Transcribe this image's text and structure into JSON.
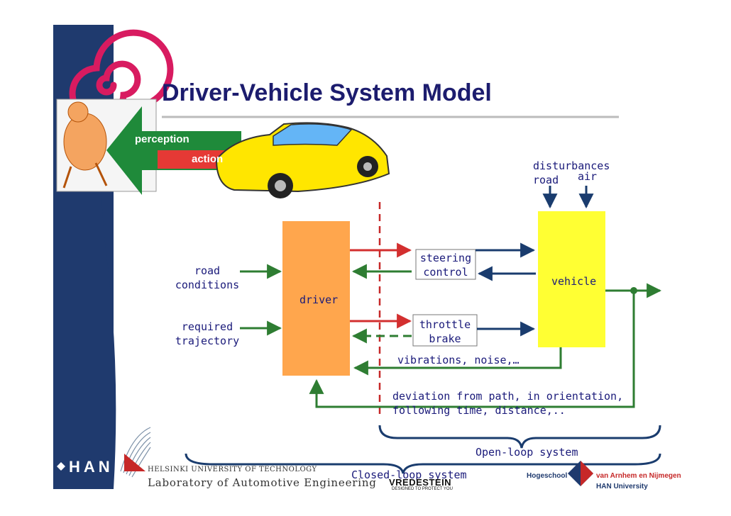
{
  "title": "Driver-Vehicle System Model",
  "illustration": {
    "perception_label": "perception",
    "action_label": "action"
  },
  "disturbances": {
    "label": "disturbances",
    "road": "road",
    "air": "air"
  },
  "blocks": {
    "driver": "driver",
    "vehicle": "vehicle",
    "steering_control": [
      "steering",
      "control"
    ],
    "throttle_brake": [
      "throttle",
      "brake"
    ]
  },
  "inputs": {
    "road_conditions": [
      "road",
      "conditions"
    ],
    "required_trajectory": [
      "required",
      "trajectory"
    ]
  },
  "feedback": {
    "vibrations": "vibrations, noise,…",
    "deviation": [
      "deviation from path, in orientation,",
      "following time, distance,.."
    ]
  },
  "braces": {
    "open_loop": "Open-loop system",
    "closed_loop": "Closed-loop system"
  },
  "footer": {
    "han": "HAN",
    "helsinki": "HELSINKI UNIVERSITY OF TECHNOLOGY",
    "laboratory": "Laboratory of Automotive Engineering",
    "vredestein": "VREDESTEIN",
    "vredestein_tagline": "DESIGNED TO PROTECT YOU",
    "hogeschool": "Hogeschool",
    "arnhem": "van Arnhem en Nijmegen",
    "han_university": "HAN University"
  },
  "colors": {
    "title": "#1c1c6e",
    "navy": "#1f3a6e",
    "orange": "#ffa64d",
    "yellow": "#ffff33",
    "dark_blue_arrow": "#1a3c6e",
    "green_arrow": "#2e7d32",
    "red_arrow": "#d32f2f",
    "dashed_red": "#c62828",
    "text_blue": "#1a1a7a"
  }
}
